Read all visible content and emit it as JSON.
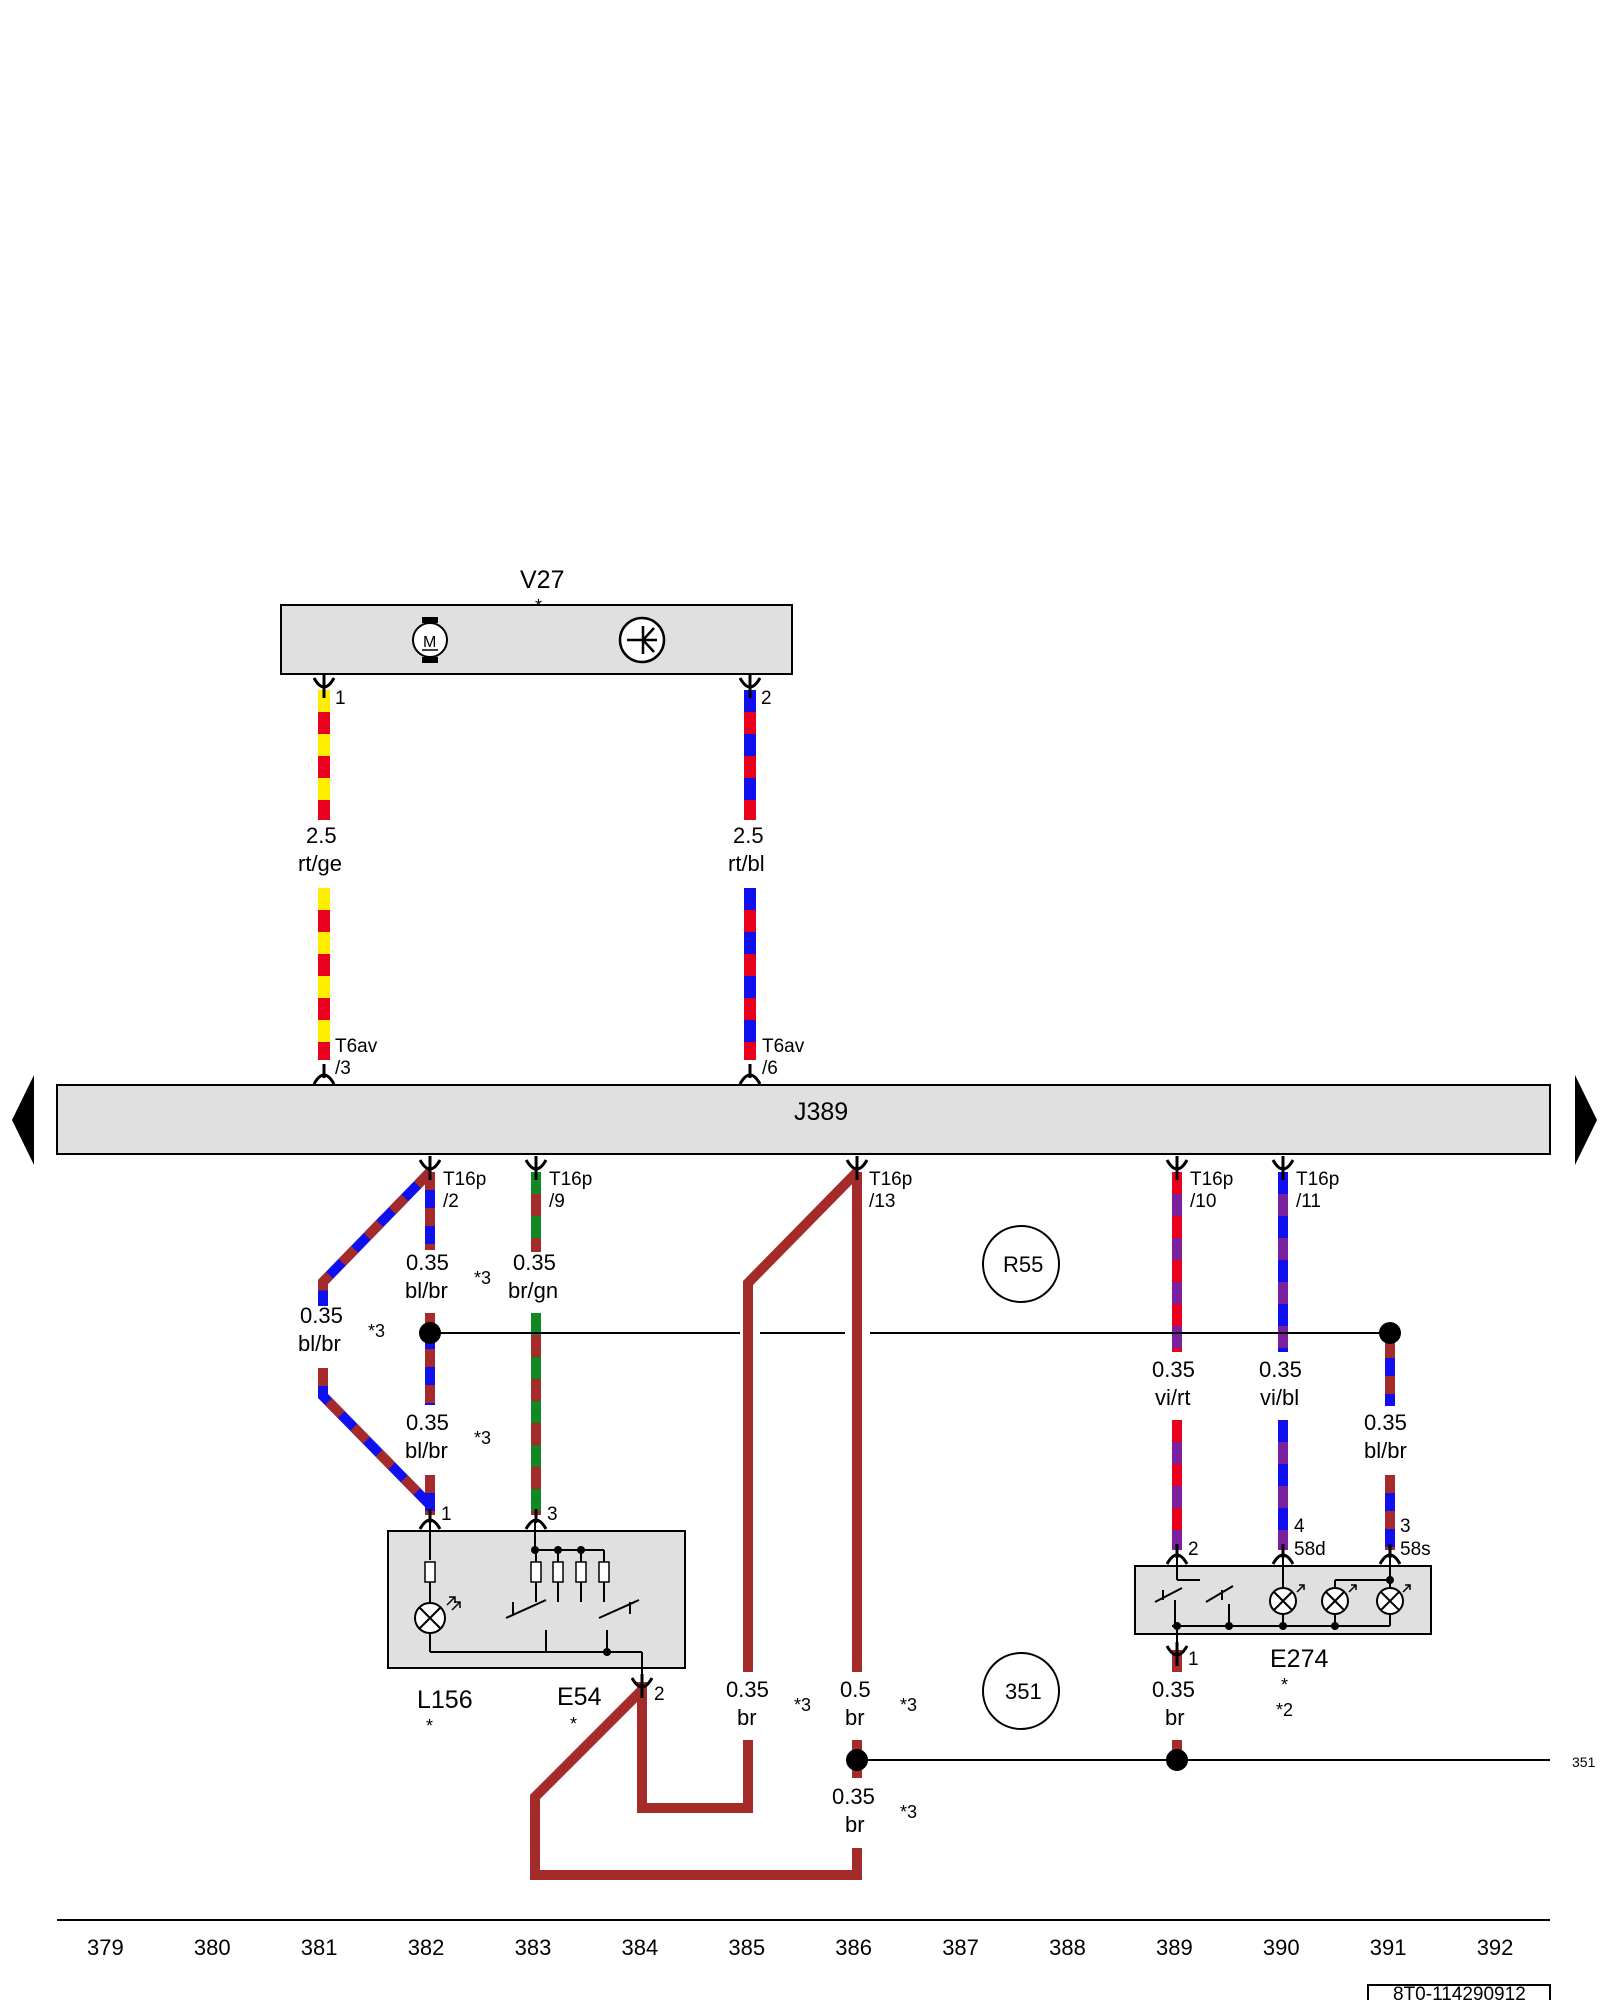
{
  "components": {
    "v27": {
      "name": "V27",
      "star": "*"
    },
    "j389": {
      "name": "J389"
    },
    "l156": {
      "name": "L156",
      "star": "*"
    },
    "e54": {
      "name": "E54",
      "star": "*"
    },
    "e274": {
      "name": "E274",
      "star": "*",
      "note": "*2"
    },
    "r55": {
      "name": "R55"
    },
    "c351": {
      "name": "351"
    }
  },
  "connectors": {
    "t6av": "T6av",
    "t16p": "T16p"
  },
  "pins": {
    "v27_1": "1",
    "v27_2": "2",
    "t6av_3": "/3",
    "t6av_6": "/6",
    "t16p_2": "/2",
    "t16p_9": "/9",
    "t16p_13": "/13",
    "t16p_10": "/10",
    "t16p_11": "/11",
    "l156_1": "1",
    "e54_3": "3",
    "e54_2": "2",
    "e274_2": "2",
    "e274_4": "4",
    "e274_58d": "58d",
    "e274_3": "3",
    "e274_58s": "58s",
    "e274_1": "1"
  },
  "wires": [
    {
      "id": "w381a",
      "size": "2.5",
      "color": "rt/ge"
    },
    {
      "id": "w385a",
      "size": "2.5",
      "color": "rt/bl"
    },
    {
      "id": "w382a",
      "size": "0.35",
      "color": "bl/br",
      "note": "*3"
    },
    {
      "id": "w383a",
      "size": "0.35",
      "color": "br/gn"
    },
    {
      "id": "w381b",
      "size": "0.35",
      "color": "bl/br",
      "note": "*3"
    },
    {
      "id": "w382b",
      "size": "0.35",
      "color": "bl/br",
      "note": "*3"
    },
    {
      "id": "w389a",
      "size": "0.35",
      "color": "vi/rt"
    },
    {
      "id": "w390a",
      "size": "0.35",
      "color": "vi/bl"
    },
    {
      "id": "w391a",
      "size": "0.35",
      "color": "bl/br"
    },
    {
      "id": "w385b",
      "size": "0.35",
      "color": "br",
      "note": "*3"
    },
    {
      "id": "w386a",
      "size": "0.5",
      "color": "br",
      "note": "*3"
    },
    {
      "id": "w389b",
      "size": "0.35",
      "color": "br"
    },
    {
      "id": "w386b",
      "size": "0.35",
      "color": "br",
      "note": "*3"
    }
  ],
  "ground_ref": "351",
  "columns": [
    "379",
    "380",
    "381",
    "382",
    "383",
    "384",
    "385",
    "386",
    "387",
    "388",
    "389",
    "390",
    "391",
    "392"
  ],
  "doc_id": "8T0-114290912",
  "wire_colors": {
    "rt": "#e8001c",
    "ge": "#ffee00",
    "bl": "#1010ee",
    "br": "#a52a2a",
    "gn": "#118822",
    "vi": "#7a1f9e"
  },
  "icons": [
    "motor-icon",
    "transistor-icon",
    "lamp-icon",
    "switch-icon",
    "resistor-icon",
    "arrow-left-icon",
    "arrow-right-icon"
  ]
}
